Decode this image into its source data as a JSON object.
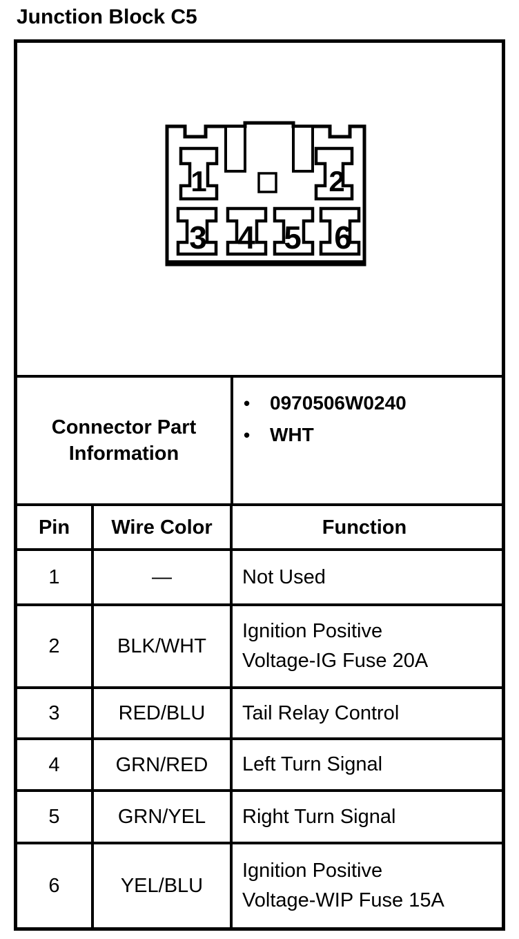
{
  "page": {
    "title": "Junction Block C5",
    "ink_color": "#000000",
    "paper_color": "#ffffff"
  },
  "connector": {
    "description": "6-cavity connector face view, two keyway slots and center square index",
    "pins": [
      "1",
      "2",
      "3",
      "4",
      "5",
      "6"
    ]
  },
  "part_info": {
    "label_line1": "Connector Part",
    "label_line2": "Information",
    "bullets": [
      "0970506W0240",
      "WHT"
    ]
  },
  "table": {
    "headers": {
      "pin": "Pin",
      "wire": "Wire Color",
      "function": "Function"
    },
    "rows": [
      {
        "pin": "1",
        "wire": "—",
        "function_lines": [
          "Not Used"
        ]
      },
      {
        "pin": "2",
        "wire": "BLK/WHT",
        "function_lines": [
          "Ignition Positive",
          "Voltage-IG Fuse 20A"
        ]
      },
      {
        "pin": "3",
        "wire": "RED/BLU",
        "function_lines": [
          "Tail Relay Control"
        ]
      },
      {
        "pin": "4",
        "wire": "GRN/RED",
        "function_lines": [
          "Left Turn Signal"
        ]
      },
      {
        "pin": "5",
        "wire": "GRN/YEL",
        "function_lines": [
          "Right Turn Signal"
        ]
      },
      {
        "pin": "6",
        "wire": "YEL/BLU",
        "function_lines": [
          "Ignition Positive",
          "Voltage-WIP Fuse 15A"
        ]
      }
    ]
  }
}
